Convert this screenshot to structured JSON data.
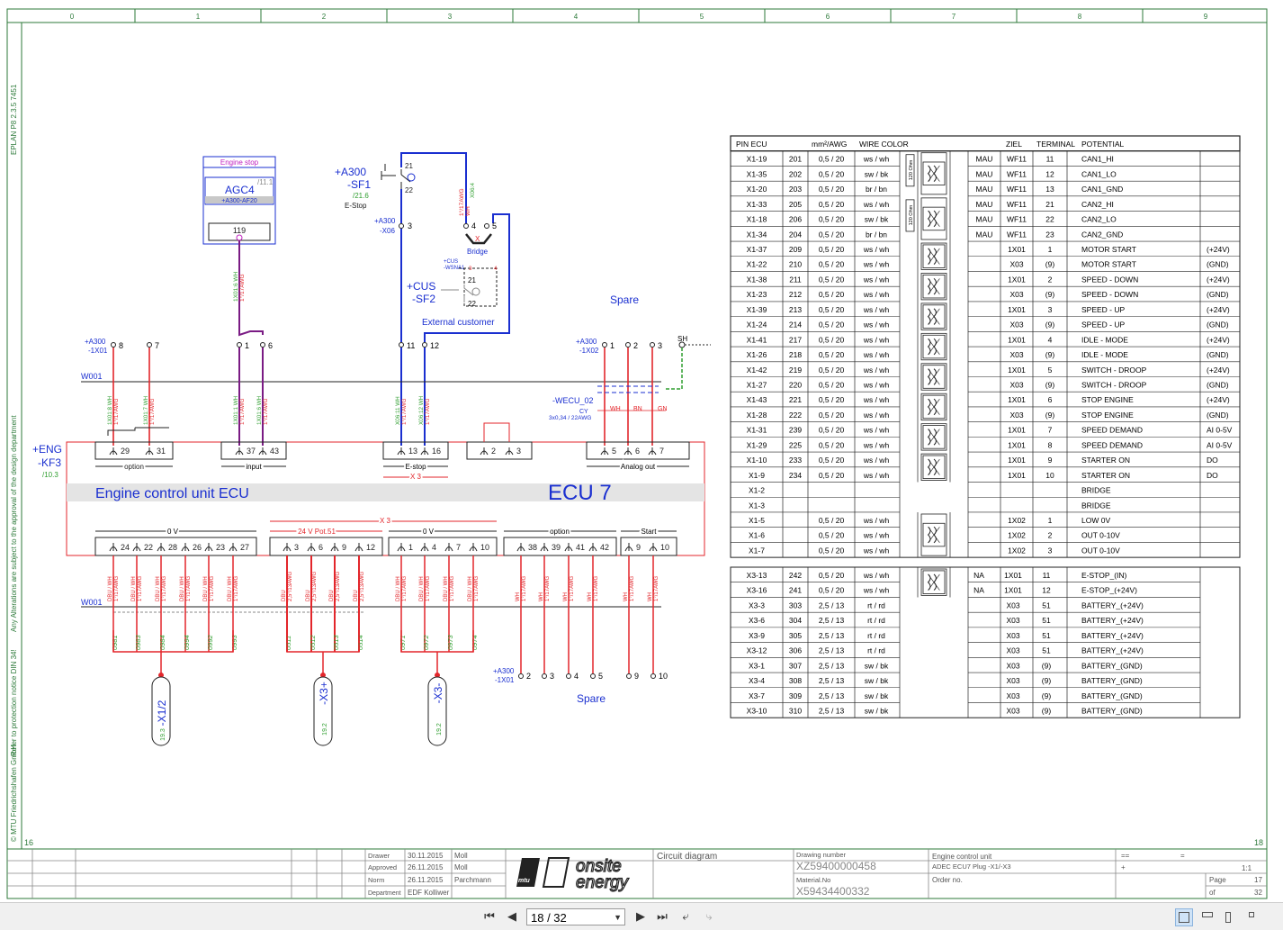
{
  "grid_columns": [
    "0",
    "1",
    "2",
    "3",
    "4",
    "5",
    "6",
    "7",
    "8",
    "9"
  ],
  "side_texts": {
    "eplan": "EPLAN P8  2.3.5 7451",
    "notice": "Any Alterations are subject to the approval of the design department",
    "notice2": "Refer to protection notice DIN 34!",
    "copyright": "© MTU Friedrichshafen GmbH"
  },
  "page_prev": "16",
  "page_next": "18",
  "labels": {
    "engine_stop": "Engine stop",
    "agc4": "AGC4",
    "agc4_ref": "+A300-AF20",
    "agc4_cross": "/11.1",
    "agc4_pin": "119",
    "sf1_tag": "+A300",
    "sf1_name": "-SF1",
    "sf1_cross": "/21.6",
    "sf1_desc": "E-Stop",
    "x06_tag": "+A300",
    "x06_name": "-X06",
    "bridge": "Bridge",
    "cus_tag": "+CUS",
    "cus_name": "-SF2",
    "cus_small1": "+CUS",
    "cus_small2": "-WSNA1",
    "ext_customer": "External customer",
    "spare_top": "Spare",
    "spare_bottom": "Spare",
    "x1x01_tag": "+A300",
    "x1x01_name": "-1X01",
    "x1x02_tag": "+A300",
    "x1x02_name": "-1X02",
    "x1x01b_tag": "+A300",
    "x1x01b_name": "-1X01",
    "w001": "W001",
    "w001b": "W001",
    "sh": "SH",
    "wecu": "-WECU_02",
    "wecu_cy": "CY",
    "wecu_spec": "3x0,34 / 22AWG",
    "wecu_wh": "WH",
    "wecu_bn": "BN",
    "wecu_gn": "GN",
    "eng_tag": "+ENG",
    "eng_name": "-KF3",
    "eng_cross": "/10.3",
    "ecu_title": "Engine control unit ECU",
    "ecu_big": "ECU 7",
    "grp_option": "option",
    "grp_input": "input",
    "grp_estop": "E-stop",
    "grp_x3": "X 3",
    "grp_analog": "Analog out",
    "grp_0v": "0 V",
    "grp_24v": "24 V Pot.51",
    "grp_x3b": "X 3",
    "grp_0v2": "0 V",
    "grp_option2": "option",
    "grp_start": "Start",
    "plug_x12": "-X1/2",
    "plug_x3p": "-X3+",
    "plug_x3m": "-X3-",
    "plug_x12_ref": "19.3",
    "plug_x3p_ref": "19.2",
    "plug_x3m_ref": "19.2",
    "sf1_21": "21",
    "sf1_22": "22",
    "cus_21": "21",
    "cus_22": "22",
    "cus_3": "3",
    "cus_4": "4",
    "x06_3": "3",
    "x06_4": "4",
    "x06_5": "5",
    "x06_11": "11",
    "x06_12": "12",
    "bridge_x": "X",
    "t1x01_8": "8",
    "t1x01_7": "7",
    "t_in_1": "1",
    "t_in_6": "6",
    "t1x02_1": "1",
    "t1x02_2": "2",
    "t1x02_3": "3",
    "b1x01_2": "2",
    "b1x01_3": "3",
    "b1x01_4": "4",
    "b1x01_5": "5",
    "b1x01_9": "9",
    "b1x01_10": "10"
  },
  "ecu_top_pins": [
    "29",
    "31",
    "37",
    "43",
    "13",
    "16",
    "2",
    "3",
    "5",
    "6",
    "7"
  ],
  "ecu_bottom_pins": [
    "24",
    "22",
    "28",
    "26",
    "23",
    "27",
    "3",
    "6",
    "9",
    "12",
    "1",
    "4",
    "7",
    "10",
    "38",
    "39",
    "41",
    "42",
    "9",
    "10"
  ],
  "wire_top": [
    {
      "id": "1X01:8 WH",
      "spec": "1°/17AWG"
    },
    {
      "id": "1X01:7 WH",
      "spec": "1°/17AWG"
    },
    {
      "id": "1X01:1 WH",
      "spec": "1°/17AWG"
    },
    {
      "id": "1X01:6 WH",
      "spec": "1°/17AWG"
    },
    {
      "id": "X06:11 WH",
      "spec": "1°/17AWG"
    },
    {
      "id": "X06:12 WH",
      "spec": "1°/17AWG"
    },
    {
      "id": "1X01:6 WH",
      "spec": "1°/17AWG"
    },
    {
      "id": "X06:4 WH",
      "spec": "1°/17AWG"
    }
  ],
  "wire_bottom_ids": [
    "0981",
    "0983",
    "0984",
    "0994",
    "0992",
    "0993",
    "0511",
    "0512",
    "0513",
    "0514",
    "0971",
    "0972",
    "0973",
    "0974"
  ],
  "wire_bottom_specs": [
    "DBU / WH",
    "DBU / WH",
    "DBU / WH",
    "DBU / WH",
    "DBU / WH",
    "DBU / WH",
    "DBU",
    "DBU",
    "DBU",
    "DBU",
    "DBU / WH",
    "DBU / WH",
    "DBU / WH",
    "DBU / WH",
    "WH",
    "WH",
    "WH",
    "WH",
    "WH",
    "WH"
  ],
  "wire_bottom_awg": [
    "1°/17AWG",
    "1°/17AWG",
    "1°/17AWG",
    "1°/17AWG",
    "1°/17AWG",
    "1°/17AWG",
    "2,5°/13AWG",
    "2,5°/13AWG",
    "2,5°/13AWG",
    "2,5°/13AWG",
    "1°/17AWG",
    "1°/17AWG",
    "1°/17AWG",
    "1°/17AWG",
    "1°/17AWG",
    "1°/17AWG",
    "1°/17AWG",
    "1°/17AWG",
    "1°/17AWG",
    "1°/17AWG"
  ],
  "table_headers": {
    "pin": "PIN ECU",
    "cross": "mm²/AWG",
    "color": "WIRE COLOR",
    "ziel": "ZIEL",
    "terminal": "TERMINAL",
    "potential": "POTENTIAL"
  },
  "table1": [
    {
      "pin": "X1-19",
      "wire": "201",
      "cs": "0,5 / 20",
      "color": "ws / wh",
      "dest": "MAU",
      "ziel": "WF11",
      "term": "11",
      "pot": "CAN1_HI",
      "extra": ""
    },
    {
      "pin": "X1-35",
      "wire": "202",
      "cs": "0,5 / 20",
      "color": "sw / bk",
      "dest": "MAU",
      "ziel": "WF11",
      "term": "12",
      "pot": "CAN1_LO",
      "extra": ""
    },
    {
      "pin": "X1-20",
      "wire": "203",
      "cs": "0,5 / 20",
      "color": "br / bn",
      "dest": "MAU",
      "ziel": "WF11",
      "term": "13",
      "pot": "CAN1_GND",
      "extra": ""
    },
    {
      "pin": "X1-33",
      "wire": "205",
      "cs": "0,5 / 20",
      "color": "ws / wh",
      "dest": "MAU",
      "ziel": "WF11",
      "term": "21",
      "pot": "CAN2_HI",
      "extra": ""
    },
    {
      "pin": "X1-18",
      "wire": "206",
      "cs": "0,5 / 20",
      "color": "sw / bk",
      "dest": "MAU",
      "ziel": "WF11",
      "term": "22",
      "pot": "CAN2_LO",
      "extra": ""
    },
    {
      "pin": "X1-34",
      "wire": "204",
      "cs": "0,5 / 20",
      "color": "br / bn",
      "dest": "MAU",
      "ziel": "WF11",
      "term": "23",
      "pot": "CAN2_GND",
      "extra": ""
    },
    {
      "pin": "X1-37",
      "wire": "209",
      "cs": "0,5 / 20",
      "color": "ws / wh",
      "dest": "",
      "ziel": "1X01",
      "term": "1",
      "pot": "MOTOR START",
      "extra": "(+24V)"
    },
    {
      "pin": "X1-22",
      "wire": "210",
      "cs": "0,5 / 20",
      "color": "ws / wh",
      "dest": "",
      "ziel": "X03",
      "term": "(9)",
      "pot": "MOTOR START",
      "extra": "(GND)"
    },
    {
      "pin": "X1-38",
      "wire": "211",
      "cs": "0,5 / 20",
      "color": "ws / wh",
      "dest": "",
      "ziel": "1X01",
      "term": "2",
      "pot": "SPEED - DOWN",
      "extra": "(+24V)"
    },
    {
      "pin": "X1-23",
      "wire": "212",
      "cs": "0,5 / 20",
      "color": "ws / wh",
      "dest": "",
      "ziel": "X03",
      "term": "(9)",
      "pot": "SPEED - DOWN",
      "extra": "(GND)"
    },
    {
      "pin": "X1-39",
      "wire": "213",
      "cs": "0,5 / 20",
      "color": "ws / wh",
      "dest": "",
      "ziel": "1X01",
      "term": "3",
      "pot": "SPEED - UP",
      "extra": "(+24V)"
    },
    {
      "pin": "X1-24",
      "wire": "214",
      "cs": "0,5 / 20",
      "color": "ws / wh",
      "dest": "",
      "ziel": "X03",
      "term": "(9)",
      "pot": "SPEED - UP",
      "extra": "(GND)"
    },
    {
      "pin": "X1-41",
      "wire": "217",
      "cs": "0,5 / 20",
      "color": "ws / wh",
      "dest": "",
      "ziel": "1X01",
      "term": "4",
      "pot": "IDLE - MODE",
      "extra": "(+24V)"
    },
    {
      "pin": "X1-26",
      "wire": "218",
      "cs": "0,5 / 20",
      "color": "ws / wh",
      "dest": "",
      "ziel": "X03",
      "term": "(9)",
      "pot": "IDLE - MODE",
      "extra": "(GND)"
    },
    {
      "pin": "X1-42",
      "wire": "219",
      "cs": "0,5 / 20",
      "color": "ws / wh",
      "dest": "",
      "ziel": "1X01",
      "term": "5",
      "pot": "SWITCH - DROOP",
      "extra": "(+24V)"
    },
    {
      "pin": "X1-27",
      "wire": "220",
      "cs": "0,5 / 20",
      "color": "ws / wh",
      "dest": "",
      "ziel": "X03",
      "term": "(9)",
      "pot": "SWITCH - DROOP",
      "extra": "(GND)"
    },
    {
      "pin": "X1-43",
      "wire": "221",
      "cs": "0,5 / 20",
      "color": "ws / wh",
      "dest": "",
      "ziel": "1X01",
      "term": "6",
      "pot": "STOP ENGINE",
      "extra": "(+24V)"
    },
    {
      "pin": "X1-28",
      "wire": "222",
      "cs": "0,5 / 20",
      "color": "ws / wh",
      "dest": "",
      "ziel": "X03",
      "term": "(9)",
      "pot": "STOP ENGINE",
      "extra": "(GND)"
    },
    {
      "pin": "X1-31",
      "wire": "239",
      "cs": "0,5 / 20",
      "color": "ws / wh",
      "dest": "",
      "ziel": "1X01",
      "term": "7",
      "pot": "SPEED DEMAND",
      "extra": "AI 0-5V"
    },
    {
      "pin": "X1-29",
      "wire": "225",
      "cs": "0,5 / 20",
      "color": "ws / wh",
      "dest": "",
      "ziel": "1X01",
      "term": "8",
      "pot": "SPEED DEMAND",
      "extra": "AI 0-5V"
    },
    {
      "pin": "X1-10",
      "wire": "233",
      "cs": "0,5 / 20",
      "color": "ws / wh",
      "dest": "",
      "ziel": "1X01",
      "term": "9",
      "pot": "STARTER ON",
      "extra": "DO"
    },
    {
      "pin": "X1-9",
      "wire": "234",
      "cs": "0,5 / 20",
      "color": "ws / wh",
      "dest": "",
      "ziel": "1X01",
      "term": "10",
      "pot": "STARTER ON",
      "extra": "DO"
    },
    {
      "pin": "X1-2",
      "wire": "",
      "cs": "",
      "color": "",
      "dest": "",
      "ziel": "",
      "term": "",
      "pot": "BRIDGE",
      "extra": ""
    },
    {
      "pin": "X1-3",
      "wire": "",
      "cs": "",
      "color": "",
      "dest": "",
      "ziel": "",
      "term": "",
      "pot": "BRIDGE",
      "extra": ""
    },
    {
      "pin": "X1-5",
      "wire": "",
      "cs": "0,5 / 20",
      "color": "ws / wh",
      "dest": "",
      "ziel": "1X02",
      "term": "1",
      "pot": "LOW 0V",
      "extra": ""
    },
    {
      "pin": "X1-6",
      "wire": "",
      "cs": "0,5 / 20",
      "color": "ws / wh",
      "dest": "",
      "ziel": "1X02",
      "term": "2",
      "pot": "OUT 0-10V",
      "extra": ""
    },
    {
      "pin": "X1-7",
      "wire": "",
      "cs": "0,5 / 20",
      "color": "ws / wh",
      "dest": "",
      "ziel": "1X02",
      "term": "3",
      "pot": "OUT 0-10V",
      "extra": ""
    }
  ],
  "table1_resistor": "120 Ohm",
  "table2": [
    {
      "pin": "X3-13",
      "wire": "242",
      "cs": "0,5 / 20",
      "color": "ws / wh",
      "dest": "NA",
      "ziel": "1X01",
      "term": "11",
      "pot": "E-STOP_(IN)"
    },
    {
      "pin": "X3-16",
      "wire": "241",
      "cs": "0,5 / 20",
      "color": "ws / wh",
      "dest": "NA",
      "ziel": "1X01",
      "term": "12",
      "pot": "E-STOP_(+24V)"
    },
    {
      "pin": "X3-3",
      "wire": "303",
      "cs": "2,5 / 13",
      "color": "rt / rd",
      "dest": "",
      "ziel": "X03",
      "term": "51",
      "pot": "BATTERY_(+24V)"
    },
    {
      "pin": "X3-6",
      "wire": "304",
      "cs": "2,5 / 13",
      "color": "rt / rd",
      "dest": "",
      "ziel": "X03",
      "term": "51",
      "pot": "BATTERY_(+24V)"
    },
    {
      "pin": "X3-9",
      "wire": "305",
      "cs": "2,5 / 13",
      "color": "rt / rd",
      "dest": "",
      "ziel": "X03",
      "term": "51",
      "pot": "BATTERY_(+24V)"
    },
    {
      "pin": "X3-12",
      "wire": "306",
      "cs": "2,5 / 13",
      "color": "rt / rd",
      "dest": "",
      "ziel": "X03",
      "term": "51",
      "pot": "BATTERY_(+24V)"
    },
    {
      "pin": "X3-1",
      "wire": "307",
      "cs": "2,5 / 13",
      "color": "sw / bk",
      "dest": "",
      "ziel": "X03",
      "term": "(9)",
      "pot": "BATTERY_(GND)"
    },
    {
      "pin": "X3-4",
      "wire": "308",
      "cs": "2,5 / 13",
      "color": "sw / bk",
      "dest": "",
      "ziel": "X03",
      "term": "(9)",
      "pot": "BATTERY_(GND)"
    },
    {
      "pin": "X3-7",
      "wire": "309",
      "cs": "2,5 / 13",
      "color": "sw / bk",
      "dest": "",
      "ziel": "X03",
      "term": "(9)",
      "pot": "BATTERY_(GND)"
    },
    {
      "pin": "X3-10",
      "wire": "310",
      "cs": "2,5 / 13",
      "color": "sw / bk",
      "dest": "",
      "ziel": "X03",
      "term": "(9)",
      "pot": "BATTERY_(GND)"
    }
  ],
  "title_block": {
    "drawer_label": "Drawer",
    "drawer_date": "30.11.2015",
    "drawer_name": "Moll",
    "approved_label": "Approved",
    "approved_date": "26.11.2015",
    "approved_name": "Moll",
    "norm_label": "Norm",
    "norm_date": "26.11.2015",
    "norm_name": "Parchmann",
    "dept_label": "Department",
    "dept_name": "EDF Kolliwer",
    "logo_main": "onsite",
    "logo_sub": "energy",
    "logo_badge": "mtu",
    "diagram_type": "Circuit diagram",
    "drawing_number_label": "Drawing number",
    "drawing_number": "XZ59400000458",
    "material_label": "Material.No",
    "material_no": "X59434400332",
    "unit_title": "Engine control unit",
    "unit_sub": "ADEC ECU7 Plug -X1/-X3",
    "order_label": "Order no.",
    "eq1": "==",
    "eq2": "=",
    "plus": "+",
    "scale": "1:1",
    "page_label": "Page",
    "page_num": "17",
    "of_label": "of",
    "of_num": "32"
  },
  "toolbar": {
    "page_value": "18 / 32"
  },
  "colors": {
    "red": "#e3262b",
    "blue": "#1a2fd0",
    "purple": "#7a1b84",
    "green": "#2f9e2f",
    "grid": "#2d7a3a",
    "gray": "#a8a8a8"
  }
}
